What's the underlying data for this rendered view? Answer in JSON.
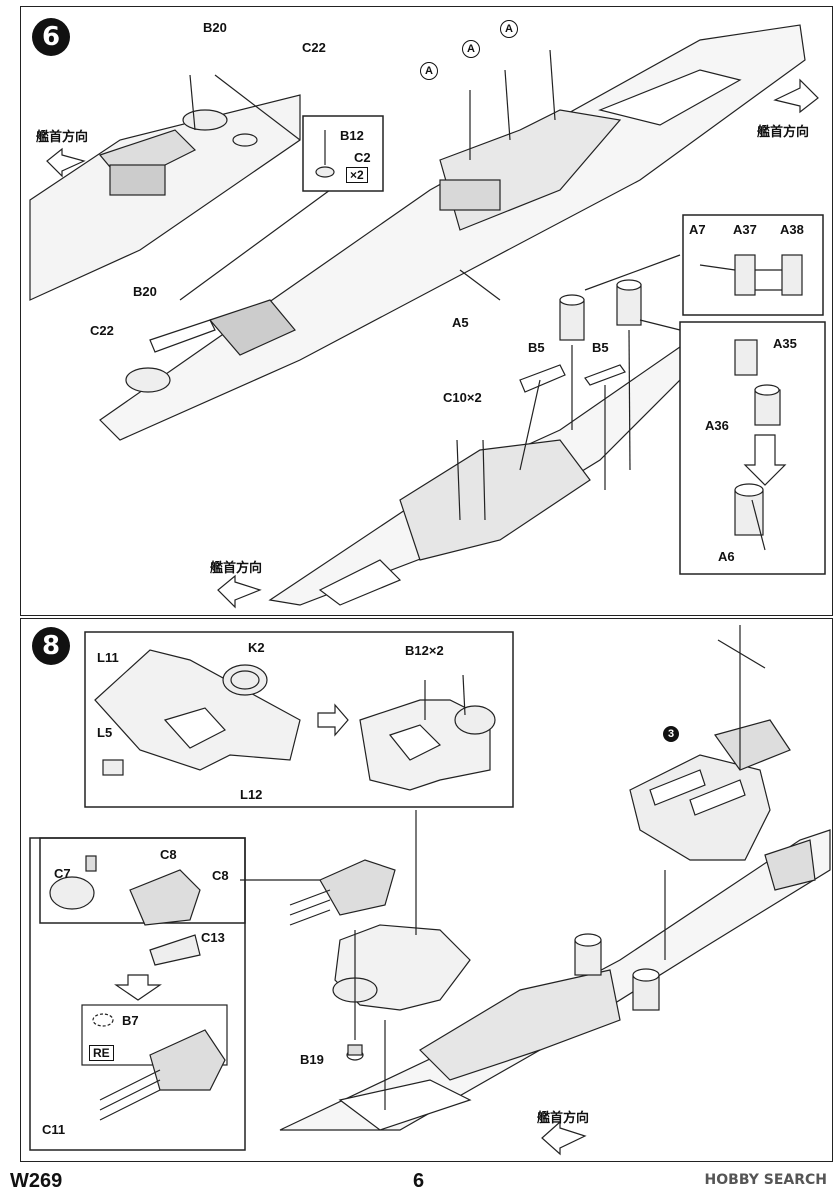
{
  "step6": {
    "number": "6",
    "bow_dir_labels": [
      "艦首方向",
      "艦首方向",
      "艦首方向"
    ],
    "callouts": [
      "A",
      "A",
      "A"
    ],
    "parts": {
      "b20_top": "B20",
      "c22_top": "C22",
      "b12": "B12",
      "c2": "C2",
      "x2": "×2",
      "b20_left": "B20",
      "c22_left": "C22",
      "a5": "A5",
      "b5_a": "B5",
      "b5_b": "B5",
      "c10": "C10×2",
      "a7": "A7",
      "a37": "A37",
      "a38": "A38",
      "a35": "A35",
      "a36": "A36",
      "a6": "A6"
    }
  },
  "step8": {
    "number": "8",
    "bow_dir_label": "艦首方向",
    "callout": "3",
    "parts": {
      "l11": "L11",
      "k2": "K2",
      "l5": "L5",
      "l12": "L12",
      "b12x2": "B12×2",
      "c8_a": "C8",
      "c8_b": "C8",
      "c7": "C7",
      "c13": "C13",
      "b7": "B7",
      "re": "RE",
      "c11": "C11",
      "b19": "B19"
    }
  },
  "footer": {
    "code": "W269",
    "page": "6",
    "watermark": "HOBBY SEARCH"
  }
}
